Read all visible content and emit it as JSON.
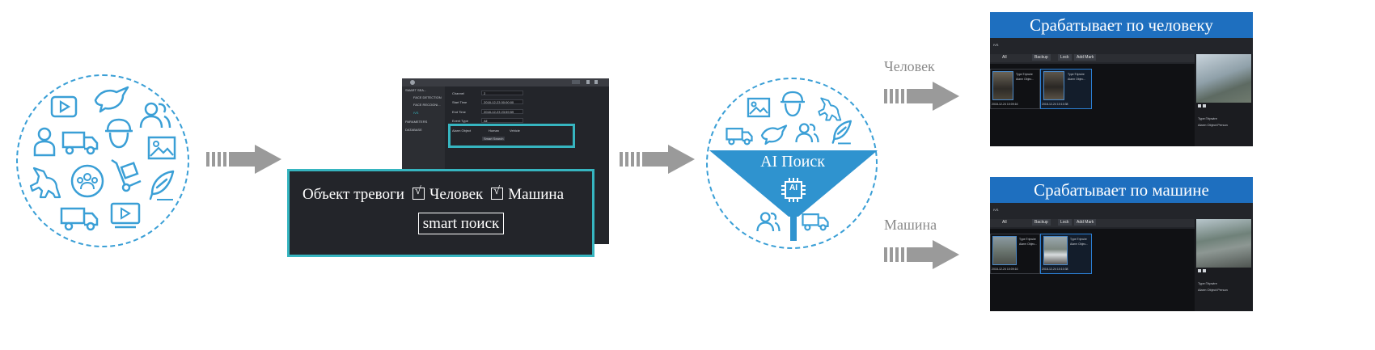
{
  "ui_screenshot": {
    "menu_items": [
      "SMART SEA...",
      "FACE DETECTION",
      "FACE RECOGNI...",
      "IVS",
      "PARAMETERS",
      "DATABASE"
    ],
    "fields": [
      {
        "label": "Channel",
        "value": "2"
      },
      {
        "label": "Start Time",
        "value": "2018-12-23   00:00:00"
      },
      {
        "label": "End Time",
        "value": "2018-12-23   23:59:59"
      },
      {
        "label": "Event Type",
        "value": "All"
      }
    ],
    "alarm_object_label": "Alarm Object",
    "alarm_options": [
      "Human",
      "Vehicle"
    ],
    "smart_search_small": "Smart Search"
  },
  "panel": {
    "alarm_object": "Объект тревоги",
    "option_person": "Человек",
    "option_car": "Машина",
    "smart_search": "smart поиск"
  },
  "ai_label": "AI Поиск",
  "ai_chip": "AI",
  "arrow_labels": {
    "person": "Человек",
    "car": "Машина"
  },
  "results": {
    "person": {
      "title": "Срабатывает по человеку",
      "tab": "IVS",
      "buttons": [
        "Backup",
        "Lock",
        "Add Mark"
      ],
      "all_label": "All",
      "thumb_info": [
        "Type:Tripwire",
        "Alarm Objec..."
      ],
      "timestamps": [
        "2018-12-24 10:09:16",
        "2018-12-24 10:10:38"
      ],
      "preview_info": [
        "Type:Tripwire",
        "Alarm Object:Person"
      ]
    },
    "car": {
      "title": "Срабатывает по машине",
      "tab": "IVS",
      "buttons": [
        "Backup",
        "Lock",
        "Add Mark"
      ],
      "all_label": "All",
      "thumb_info": [
        "Type:Tripwire",
        "Alarm Objec..."
      ],
      "timestamps": [
        "2018-12-24 10:09:16",
        "2018-12-24 10:10:38"
      ],
      "preview_info": [
        "Type:Tripwire",
        "Alarm Object:Person"
      ]
    }
  },
  "colors": {
    "accent_blue": "#3a9fd6",
    "teal_border": "#36b5c0",
    "title_blue": "#1e6fbf",
    "arrow_gray": "#9a9a9a",
    "dark_ui": "#23252a"
  },
  "icons": {
    "left_circle": [
      "play-icon",
      "bird-icon",
      "people-icon",
      "person-icon",
      "truck-icon",
      "worker-icon",
      "image-icon",
      "horse-icon",
      "group-icon",
      "hand-truck-icon",
      "feather-icon",
      "delivery-truck-icon",
      "video-icon"
    ],
    "right_circle": [
      "image-icon",
      "worker-icon",
      "horse-icon",
      "truck-icon",
      "bird-icon",
      "people-icon",
      "feather-icon",
      "chip-icon",
      "people-icon",
      "truck-icon"
    ]
  }
}
